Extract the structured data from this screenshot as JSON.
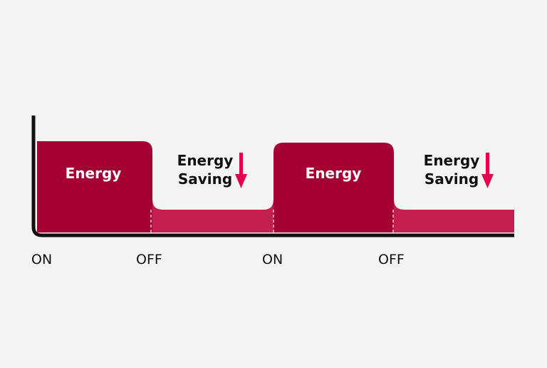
{
  "colors": {
    "background": "#f3f3f3",
    "energy": "#a50034",
    "saving_fill": "#c41f50",
    "arrow": "#e4004c",
    "axis": "#111111",
    "dashed": "#f0c8d2"
  },
  "blocks": {
    "energy_1": "Energy",
    "energy_2": "Energy"
  },
  "saving": [
    {
      "line1": "Energy",
      "line2": "Saving",
      "icon": "down-arrow-icon"
    },
    {
      "line1": "Energy",
      "line2": "Saving",
      "icon": "down-arrow-icon"
    }
  ],
  "axis_labels": [
    "ON",
    "OFF",
    "ON",
    "OFF"
  ]
}
